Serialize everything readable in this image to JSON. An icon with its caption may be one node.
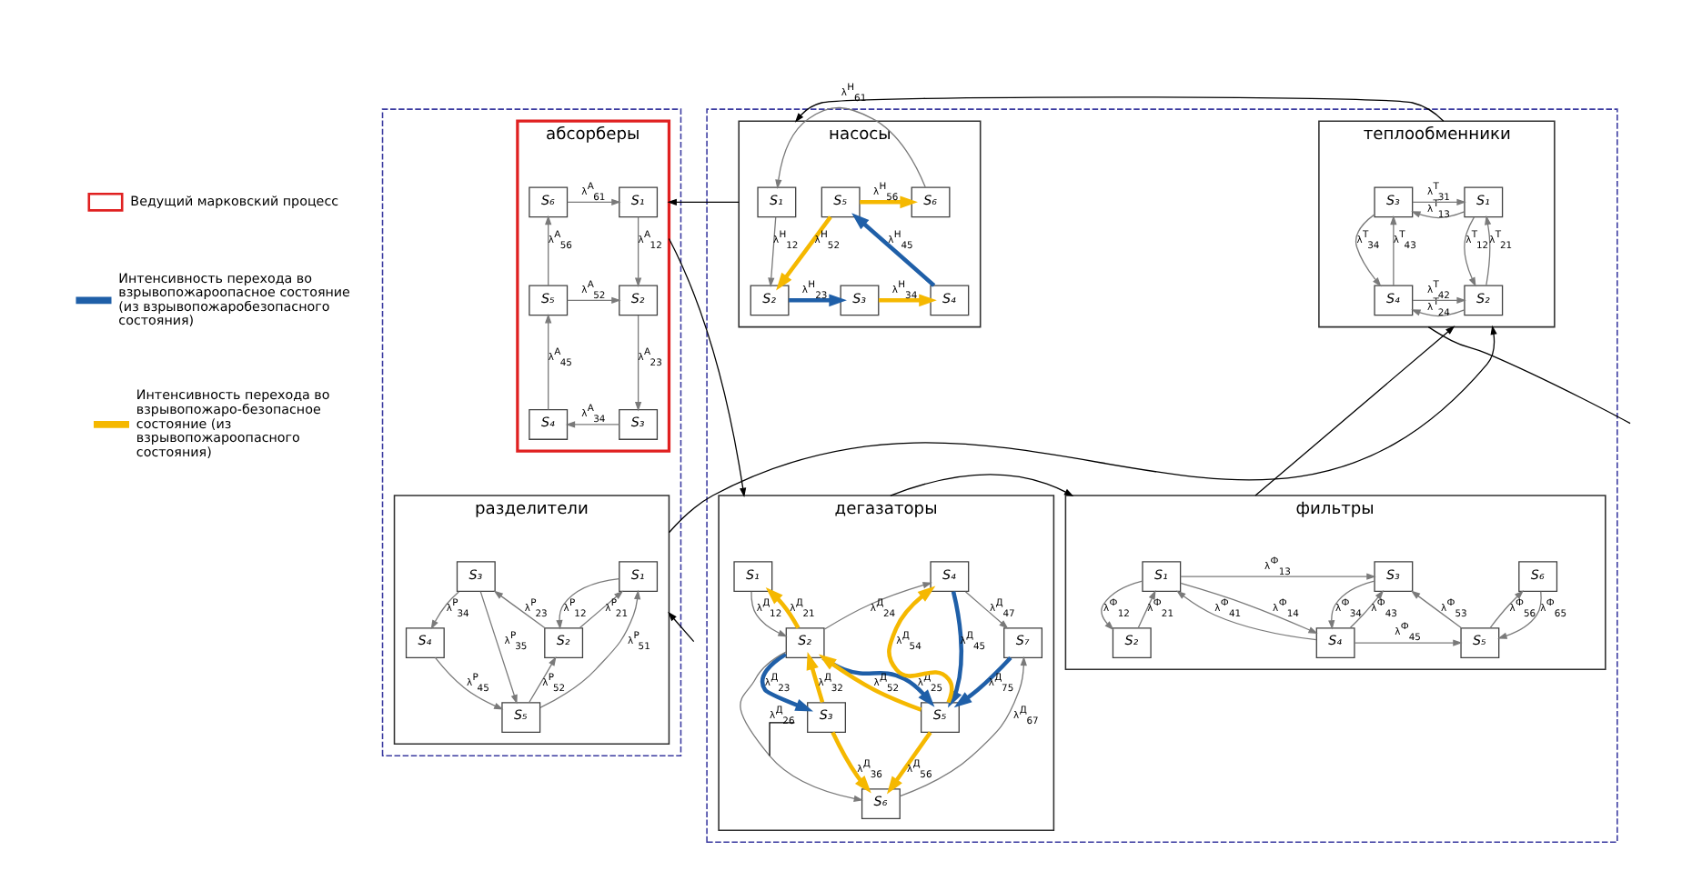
{
  "diagram": {
    "nodes": [
      {
        "text": [],
        "shape": "box"
      },
      {
        "text": [],
        "shape": "box"
      },
      {
        "text": [
          "абсорберы"
        ],
        "in": 0
      },
      {
        "text": [
          "S₁"
        ],
        "in": 2
      },
      {
        "text": [
          "S₂"
        ],
        "in": 2
      },
      {
        "text": [
          "S₃"
        ],
        "in": 2
      },
      {
        "text": [
          "S₄"
        ],
        "in": 2
      },
      {
        "text": [
          "S₅"
        ],
        "in": 2
      },
      {
        "text": [
          "S₆"
        ],
        "in": 2
      },
      {
        "text": [
          "насосы"
        ],
        "in": 1
      },
      {
        "text": [
          "S₁"
        ],
        "in": 9
      },
      {
        "text": [
          "S₆"
        ],
        "in": 9
      },
      {
        "text": [
          "S₅"
        ],
        "in": 9
      },
      {
        "text": [
          "S₂"
        ],
        "in": 9
      },
      {
        "text": [
          "S₃"
        ],
        "in": 9
      },
      {
        "text": [
          "S₄"
        ],
        "in": 9
      },
      {
        "text": [
          "теплообменники"
        ],
        "in": 1
      },
      {
        "text": [
          "S₁"
        ],
        "in": 16
      },
      {
        "text": [
          "S₃"
        ],
        "in": 16
      },
      {
        "text": [
          "S₂"
        ],
        "in": 16
      },
      {
        "text": [
          "S₄"
        ],
        "in": 16
      },
      {
        "text": [
          "разделители"
        ],
        "in": 0
      },
      {
        "text": [
          "S₁"
        ],
        "in": 21
      },
      {
        "text": [
          "S₃"
        ],
        "in": 21
      },
      {
        "text": [
          "S₂"
        ],
        "in": 21
      },
      {
        "text": [
          "S₄"
        ],
        "in": 21
      },
      {
        "text": [
          "S₅"
        ],
        "in": 21
      },
      {
        "text": [
          "дегазаторы"
        ],
        "in": 1
      },
      {
        "text": [
          "S₁"
        ],
        "in": 27
      },
      {
        "text": [
          "S₄"
        ],
        "in": 27
      },
      {
        "text": [
          "S₂"
        ],
        "in": 27
      },
      {
        "text": [
          "S₅"
        ],
        "in": 27
      },
      {
        "text": [
          "S₇"
        ],
        "in": 27
      },
      {
        "text": [
          "S₃"
        ],
        "in": 27
      },
      {
        "text": [
          "S₆"
        ],
        "in": 27
      },
      {
        "text": [
          "фильтры"
        ],
        "in": 1
      },
      {
        "text": [
          "S₁"
        ],
        "in": 35
      },
      {
        "text": [
          "S₃"
        ],
        "in": 35
      },
      {
        "text": [
          "S₆"
        ],
        "in": 35
      },
      {
        "text": [
          "S₂"
        ],
        "in": 35
      },
      {
        "text": [
          "S₄"
        ],
        "in": 35
      },
      {
        "text": [
          "S₅"
        ],
        "in": 35
      }
    ],
    "edges": [
      {
        "from": 8,
        "to": 3,
        "arrow": "to",
        "label": "λ$^{А}$$_{61}$"
      },
      {
        "from": 3,
        "to": 4,
        "arrow": "to",
        "label": "λ$^{А}$$_{12}$"
      },
      {
        "from": 7,
        "to": 4,
        "arrow": "to",
        "label": "λ$^{А}$$_{52}$"
      },
      {
        "from": 4,
        "to": 5,
        "arrow": "to",
        "label": "λ$^{А}$$_{23}$"
      },
      {
        "from": 5,
        "to": 6,
        "arrow": "to",
        "label": "λ$^{А}$$_{34}$"
      },
      {
        "from": 6,
        "to": 7,
        "arrow": "to",
        "label": "λ$^{А}$$_{45}$"
      },
      {
        "from": 7,
        "to": 8,
        "arrow": "to",
        "label": "λ$^{А}$$_{56}$"
      },
      {
        "from": 11,
        "to": 10,
        "arrow": "to",
        "label": "λ$^{Н}$$_{61}$"
      },
      {
        "from": 10,
        "to": 13,
        "arrow": "to",
        "label": "λ$^{Н}$$_{12}$"
      },
      {
        "from": 13,
        "to": 14,
        "arrow": "to",
        "label": "λ$^{Н}$$_{23}$",
        "style": "thick",
        "color": "#1f5fa8"
      },
      {
        "from": 14,
        "to": 15,
        "arrow": "to",
        "label": "λ$^{Н}$$_{34}$",
        "style": "thick",
        "color": "#f5b800"
      },
      {
        "from": 15,
        "to": 12,
        "arrow": "to",
        "label": "λ$^{Н}$$_{45}$",
        "style": "thick",
        "color": "#1f5fa8"
      },
      {
        "from": 12,
        "to": 11,
        "arrow": "to",
        "label": "λ$^{Н}$$_{56}$",
        "style": "thick",
        "color": "#f5b800"
      },
      {
        "from": 12,
        "to": 13,
        "arrow": "to",
        "label": "λ$^{Н}$$_{52}$",
        "style": "thick",
        "color": "#f5b800"
      },
      {
        "from": 18,
        "to": 17,
        "arrow": "to",
        "label": "λ$^{Т}$$_{31}$"
      },
      {
        "from": 17,
        "to": 18,
        "arrow": "to",
        "label": "λ$^{Т}$$_{13}$"
      },
      {
        "from": 17,
        "to": 19,
        "arrow": "to",
        "label": "λ$^{Т}$$_{12}$"
      },
      {
        "from": 19,
        "to": 17,
        "arrow": "to",
        "label": "λ$^{Т}$$_{21}$"
      },
      {
        "from": 18,
        "to": 20,
        "arrow": "to",
        "label": "λ$^{Т}$$_{34}$"
      },
      {
        "from": 20,
        "to": 18,
        "arrow": "to",
        "label": "λ$^{Т}$$_{43}$"
      },
      {
        "from": 20,
        "to": 19,
        "arrow": "to",
        "label": "λ$^{Т}$$_{42}$"
      },
      {
        "from": 19,
        "to": 20,
        "arrow": "to",
        "label": "λ$^{Т}$$_{24}$"
      },
      {
        "from": 22,
        "to": 24,
        "arrow": "to",
        "label": "λ$^{Р}$$_{12}$"
      },
      {
        "from": 24,
        "to": 22,
        "arrow": "to",
        "label": "λ$^{Р}$$_{21}$"
      },
      {
        "from": 24,
        "to": 23,
        "arrow": "to",
        "label": "λ$^{Р}$$_{23}$"
      },
      {
        "from": 23,
        "to": 25,
        "arrow": "to",
        "label": "λ$^{Р}$$_{34}$"
      },
      {
        "from": 23,
        "to": 26,
        "arrow": "to",
        "label": "λ$^{Р}$$_{35}$"
      },
      {
        "from": 26,
        "to": 22,
        "arrow": "to",
        "label": "λ$^{Р}$$_{51}$"
      },
      {
        "from": 26,
        "to": 24,
        "arrow": "to",
        "label": "λ$^{Р}$$_{52}$"
      },
      {
        "from": 25,
        "to": 26,
        "arrow": "to",
        "label": "λ$^{Р}$$_{45}$"
      },
      {
        "from": 28,
        "to": 30,
        "arrow": "to",
        "label": "λ$^{Д}$$_{12}$"
      },
      {
        "from": 30,
        "to": 28,
        "arrow": "to",
        "label": "λ$^{Д}$$_{21}$",
        "style": "thick",
        "color": "#f5b800"
      },
      {
        "from": 30,
        "to": 29,
        "arrow": "to",
        "label": "λ$^{Д}$$_{24}$"
      },
      {
        "from": 30,
        "to": 31,
        "arrow": "to",
        "label": "λ$^{Д}$$_{25}$",
        "style": "thick",
        "color": "#1f5fa8"
      },
      {
        "from": 31,
        "to": 30,
        "arrow": "to",
        "label": "λ$^{Д}$$_{52}$",
        "style": "thick",
        "color": "#f5b800"
      },
      {
        "from": 30,
        "to": 34,
        "arrow": "to",
        "label": "λ$^{Д}$$_{26}$"
      },
      {
        "from": 30,
        "to": 33,
        "arrow": "to",
        "label": "λ$^{Д}$$_{23}$",
        "style": "thick",
        "color": "#1f5fa8"
      },
      {
        "from": 33,
        "to": 30,
        "arrow": "to",
        "label": "λ$^{Д}$$_{32}$",
        "style": "thick",
        "color": "#f5b800"
      },
      {
        "from": 33,
        "to": 34,
        "arrow": "to",
        "label": "λ$^{Д}$$_{36}$",
        "style": "thick",
        "color": "#f5b800"
      },
      {
        "from": 31,
        "to": 29,
        "arrow": "to",
        "label": "λ$^{Д}$$_{54}$",
        "style": "thick",
        "color": "#f5b800"
      },
      {
        "from": 29,
        "to": 31,
        "arrow": "to",
        "label": "λ$^{Д}$$_{45}$",
        "style": "thick",
        "color": "#1f5fa8"
      },
      {
        "from": 31,
        "to": 34,
        "arrow": "to",
        "label": "λ$^{Д}$$_{56}$",
        "style": "thick",
        "color": "#f5b800"
      },
      {
        "from": 29,
        "to": 32,
        "arrow": "to",
        "label": "λ$^{Д}$$_{47}$"
      },
      {
        "from": 32,
        "to": 31,
        "arrow": "to",
        "label": "λ$^{Д}$$_{75}$",
        "style": "thick",
        "color": "#1f5fa8"
      },
      {
        "from": 34,
        "to": 32,
        "arrow": "to",
        "label": "λ$^{Д}$$_{67}$"
      },
      {
        "from": 36,
        "to": 37,
        "arrow": "to",
        "label": "λ$^{Ф}$$_{13}$"
      },
      {
        "from": 36,
        "to": 39,
        "arrow": "to",
        "label": "λ$^{Ф}$$_{12}$"
      },
      {
        "from": 39,
        "to": 36,
        "arrow": "to",
        "label": "λ$^{Ф}$$_{21}$"
      },
      {
        "from": 36,
        "to": 40,
        "arrow": "to",
        "label": "λ$^{Ф}$$_{14}$"
      },
      {
        "from": 40,
        "to": 36,
        "arrow": "to",
        "label": "λ$^{Ф}$$_{41}$"
      },
      {
        "from": 37,
        "to": 40,
        "arrow": "to",
        "label": "λ$^{Ф}$$_{34}$"
      },
      {
        "from": 40,
        "to": 37,
        "arrow": "to",
        "label": "λ$^{Ф}$$_{43}$"
      },
      {
        "from": 41,
        "to": 37,
        "arrow": "to",
        "label": "λ$^{Ф}$$_{53}$"
      },
      {
        "from": 40,
        "to": 41,
        "arrow": "to",
        "label": "λ$^{Ф}$$_{45}$"
      },
      {
        "from": 41,
        "to": 38,
        "arrow": "to",
        "label": "λ$^{Ф}$$_{56}$"
      },
      {
        "from": 38,
        "to": 41,
        "arrow": "to",
        "label": "λ$^{Ф}$$_{65}$"
      },
      {
        "from": 9,
        "to": 2,
        "arrow": "to",
        "color": "#000000"
      },
      {
        "from": 16,
        "to": 9,
        "arrow": "to",
        "color": "#000000"
      },
      {
        "from": 2,
        "to": 27,
        "arrow": "to",
        "color": "#000000"
      },
      {
        "from": 27,
        "to": 35,
        "arrow": "to",
        "color": "#000000"
      },
      {
        "from": 35,
        "to": 16,
        "arrow": "to",
        "color": "#000000"
      },
      {
        "from": 21,
        "to": 16,
        "arrow": "to",
        "color": "#000000"
      },
      {
        "from": null,
        "to": 21,
        "arrow": "to",
        "color": "#000000"
      },
      {
        "from": 16,
        "to": null,
        "arrow": "none",
        "color": "#000000"
      }
    ],
    "legend": [
      {
        "text": "Ведущий марковский процесс"
      },
      {
        "text": "Интенсивность перехода во взрывопожароопасное состояние (из взрывопожаробезопасного состояния)"
      },
      {
        "text": "Интенсивность перехода во взрывопожаро-безопасное состояние (из взрывопожароопасного состояния)"
      }
    ]
  }
}
